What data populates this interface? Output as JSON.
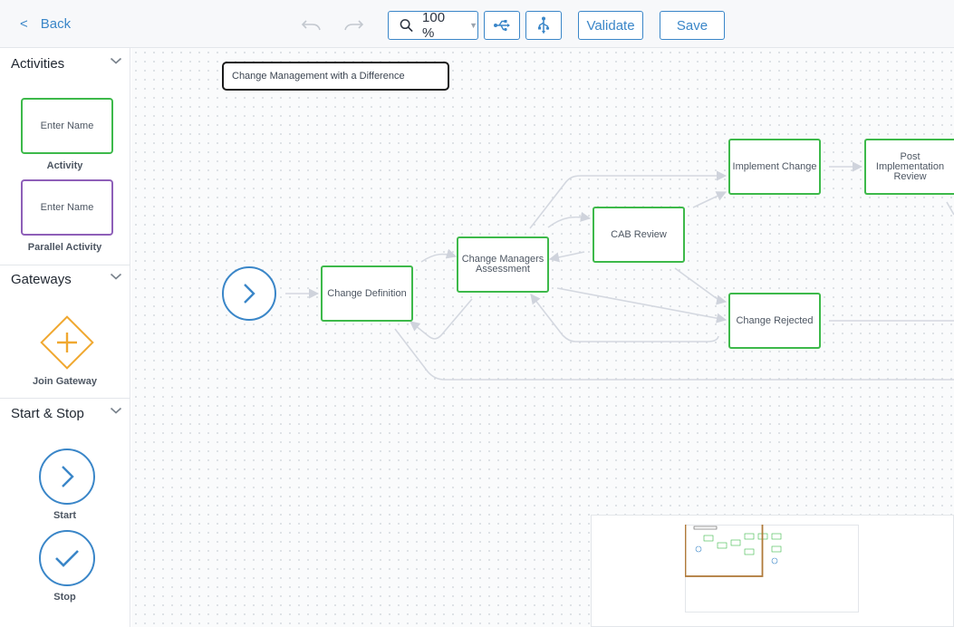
{
  "toolbar": {
    "back_label": "Back",
    "zoom_value": "100 %",
    "validate_label": "Validate",
    "save_label": "Save"
  },
  "sidebar": {
    "activities": {
      "title": "Activities",
      "items": [
        {
          "box_text": "Enter Name",
          "label": "Activity"
        },
        {
          "box_text": "Enter Name",
          "label": "Parallel Activity"
        }
      ]
    },
    "gateways": {
      "title": "Gateways",
      "items": [
        {
          "label": "Join Gateway"
        }
      ]
    },
    "start_stop": {
      "title": "Start & Stop",
      "items": [
        {
          "label": "Start"
        },
        {
          "label": "Stop"
        }
      ]
    }
  },
  "canvas": {
    "workflow_title": "Change Management with a Difference",
    "nodes": {
      "change_definition": "Change Definition",
      "change_managers_assessment": "Change Managers Assessment",
      "cab_review": "CAB Review",
      "implement_change": "Implement Change",
      "post_implementation_review": "Post Implementation Review",
      "change_rejected": "Change Rejected"
    }
  },
  "colors": {
    "accent": "#3a86c8",
    "activity_border": "#3db94a",
    "parallel_border": "#8e5fb8",
    "gateway": "#f0a830",
    "connector": "#cfd3dc",
    "minimap_viewport": "#b07a3a"
  },
  "icons": [
    "chevron-left-icon",
    "undo-icon",
    "redo-icon",
    "search-icon",
    "usb-layout-icon",
    "tree-layout-icon",
    "chevron-down-icon",
    "plus-icon",
    "chevron-right-icon",
    "check-icon"
  ]
}
